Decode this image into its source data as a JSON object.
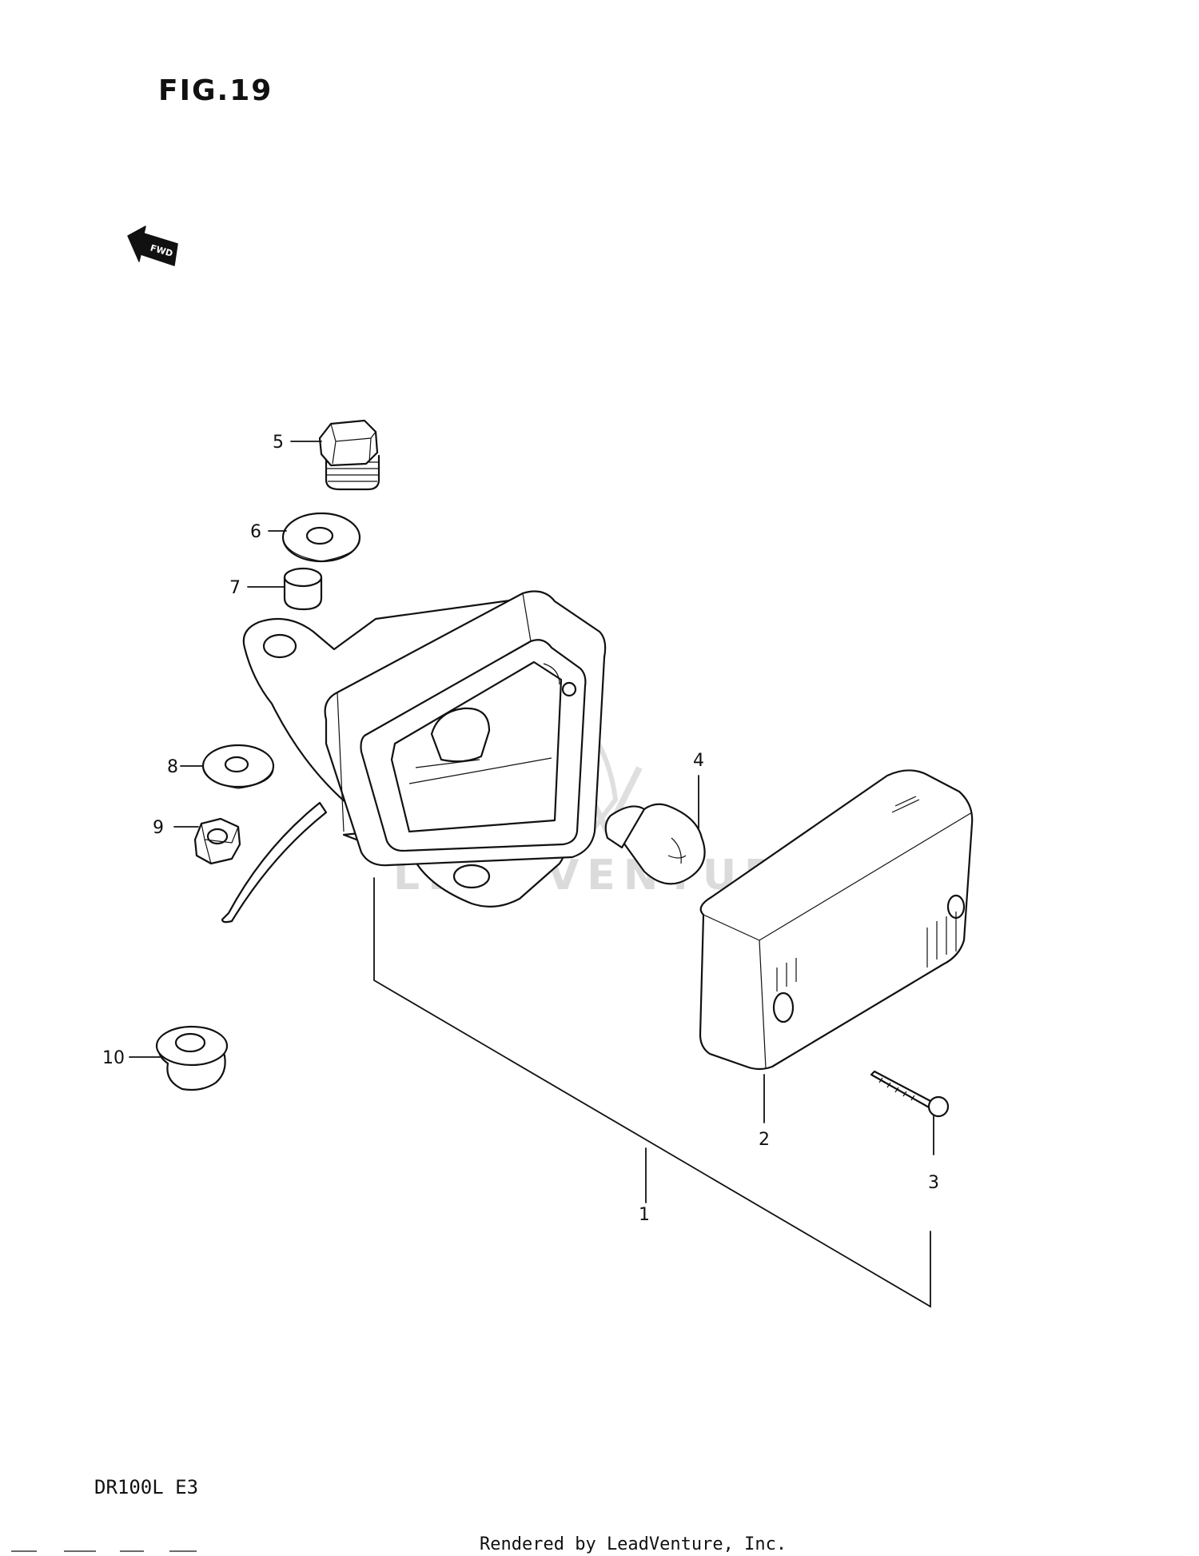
{
  "figure": {
    "title": "FIG.19"
  },
  "direction_arrow": {
    "label": "FWD",
    "icon": "fwd-arrow-icon"
  },
  "watermark": {
    "text": "LEADVENTURE"
  },
  "callouts": [
    {
      "number": "1"
    },
    {
      "number": "2"
    },
    {
      "number": "3"
    },
    {
      "number": "4"
    },
    {
      "number": "5"
    },
    {
      "number": "6"
    },
    {
      "number": "7"
    },
    {
      "number": "8"
    },
    {
      "number": "9"
    },
    {
      "number": "10"
    }
  ],
  "footer": {
    "model": "DR100L E3",
    "credit": "Rendered by LeadVenture, Inc."
  }
}
